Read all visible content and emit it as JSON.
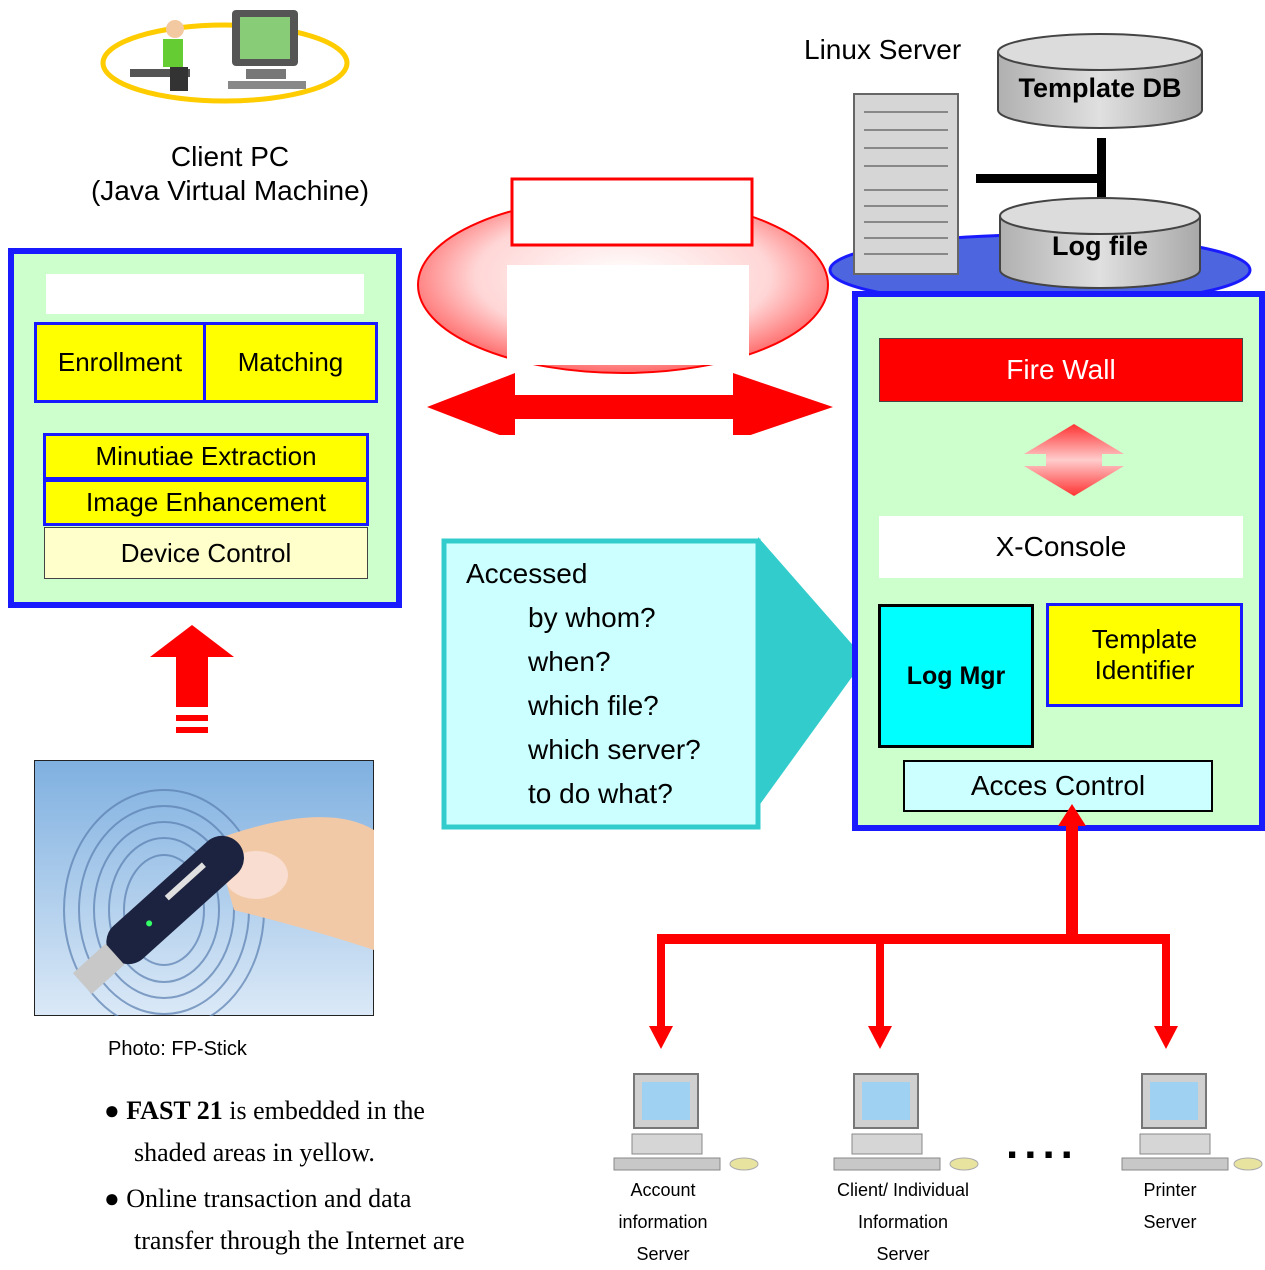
{
  "client": {
    "title_line1": "Client PC",
    "title_line2": "(Java Virtual Machine)",
    "enrollment": "Enrollment",
    "matching": "Matching",
    "minutiae": "Minutiae Extraction",
    "image_enhancement": "Image Enhancement",
    "device_control": "Device Control"
  },
  "photo_caption": "Photo: FP-Stick",
  "notes": {
    "note1_bold": "FAST 21",
    "note1_rest": " is embedded in the",
    "note1_line2": "shaded areas in yellow.",
    "note2_line1": "Online transaction and data",
    "note2_line2": "transfer through the Internet are"
  },
  "server": {
    "title": "Linux Server",
    "template_db": "Template DB",
    "log_file": "Log file",
    "fire_wall": "Fire Wall",
    "x_console": "X-Console",
    "log_mgr": "Log Mgr",
    "template_identifier_line1": "Template",
    "template_identifier_line2": "Identifier",
    "access_control": "Acces Control"
  },
  "callout": {
    "heading": "Accessed",
    "questions": [
      "by whom?",
      "when?",
      "which file?",
      "which server?",
      "to do what?"
    ]
  },
  "endpoints": {
    "account": [
      "Account",
      "information",
      "Server"
    ],
    "client_info": [
      "Client/ Individual",
      "Information",
      "Server"
    ],
    "printer": [
      "Printer",
      "Server"
    ],
    "ellipsis": "...."
  },
  "colors": {
    "blue_border": "#1a1aff",
    "yellow": "#ffff00",
    "pale_green": "#ccffcc",
    "red": "#ff0000",
    "cyan": "#00ffff",
    "teal": "#33cccc"
  }
}
